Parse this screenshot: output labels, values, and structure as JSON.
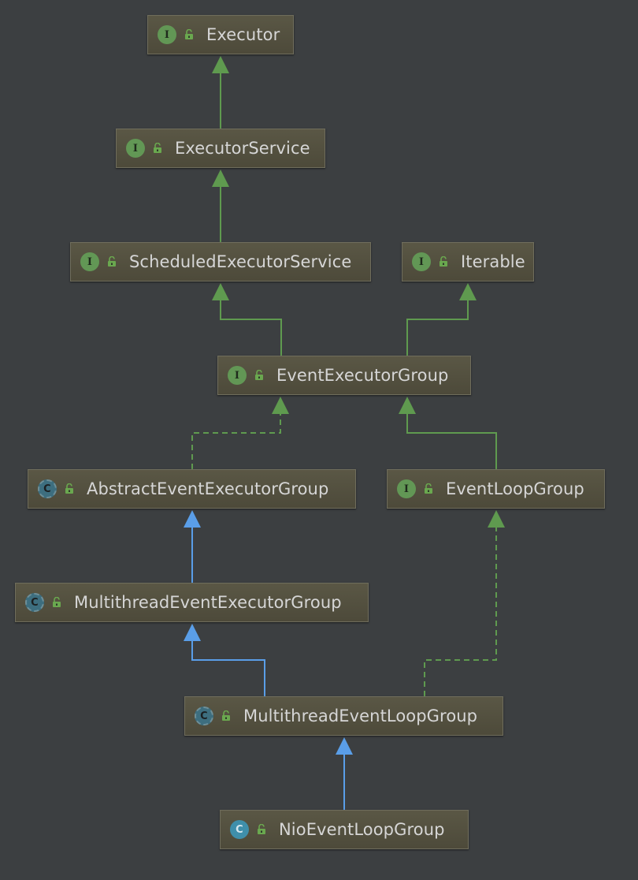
{
  "nodes": [
    {
      "id": "executor",
      "name": "Executor",
      "kind": "interface",
      "kind_letter": "I"
    },
    {
      "id": "executor-service",
      "name": "ExecutorService",
      "kind": "interface",
      "kind_letter": "I"
    },
    {
      "id": "scheduled-executor-service",
      "name": "ScheduledExecutorService",
      "kind": "interface",
      "kind_letter": "I"
    },
    {
      "id": "iterable",
      "name": "Iterable",
      "kind": "interface",
      "kind_letter": "I"
    },
    {
      "id": "event-executor-group",
      "name": "EventExecutorGroup",
      "kind": "interface",
      "kind_letter": "I"
    },
    {
      "id": "abstract-event-executor-group",
      "name": "AbstractEventExecutorGroup",
      "kind": "abstract-class",
      "kind_letter": "C"
    },
    {
      "id": "event-loop-group",
      "name": "EventLoopGroup",
      "kind": "interface",
      "kind_letter": "I"
    },
    {
      "id": "multithread-event-executor-group",
      "name": "MultithreadEventExecutorGroup",
      "kind": "abstract-class",
      "kind_letter": "C"
    },
    {
      "id": "multithread-event-loop-group",
      "name": "MultithreadEventLoopGroup",
      "kind": "abstract-class",
      "kind_letter": "C"
    },
    {
      "id": "nio-event-loop-group",
      "name": "NioEventLoopGroup",
      "kind": "class",
      "kind_letter": "C"
    }
  ],
  "edges": [
    {
      "from": "executor-service",
      "to": "executor",
      "relation": "interface-extends"
    },
    {
      "from": "scheduled-executor-service",
      "to": "executor-service",
      "relation": "interface-extends"
    },
    {
      "from": "event-executor-group",
      "to": "scheduled-executor-service",
      "relation": "interface-extends"
    },
    {
      "from": "event-executor-group",
      "to": "iterable",
      "relation": "interface-extends"
    },
    {
      "from": "abstract-event-executor-group",
      "to": "event-executor-group",
      "relation": "implements"
    },
    {
      "from": "event-loop-group",
      "to": "event-executor-group",
      "relation": "interface-extends"
    },
    {
      "from": "multithread-event-executor-group",
      "to": "abstract-event-executor-group",
      "relation": "class-extends"
    },
    {
      "from": "multithread-event-loop-group",
      "to": "multithread-event-executor-group",
      "relation": "class-extends"
    },
    {
      "from": "multithread-event-loop-group",
      "to": "event-loop-group",
      "relation": "implements"
    },
    {
      "from": "nio-event-loop-group",
      "to": "multithread-event-loop-group",
      "relation": "class-extends"
    }
  ],
  "colors": {
    "background": "#3c3f41",
    "interface_edge": "#5f9a4f",
    "class_edge": "#5a9ee8",
    "interface_icon": "#629755",
    "class_icon": "#3f8fab",
    "node_text": "#d6d6d6"
  },
  "icons": {
    "interface": "interface-icon",
    "abstract-class": "abstract-class-icon",
    "class": "class-icon",
    "visibility": "open-lock-icon"
  }
}
